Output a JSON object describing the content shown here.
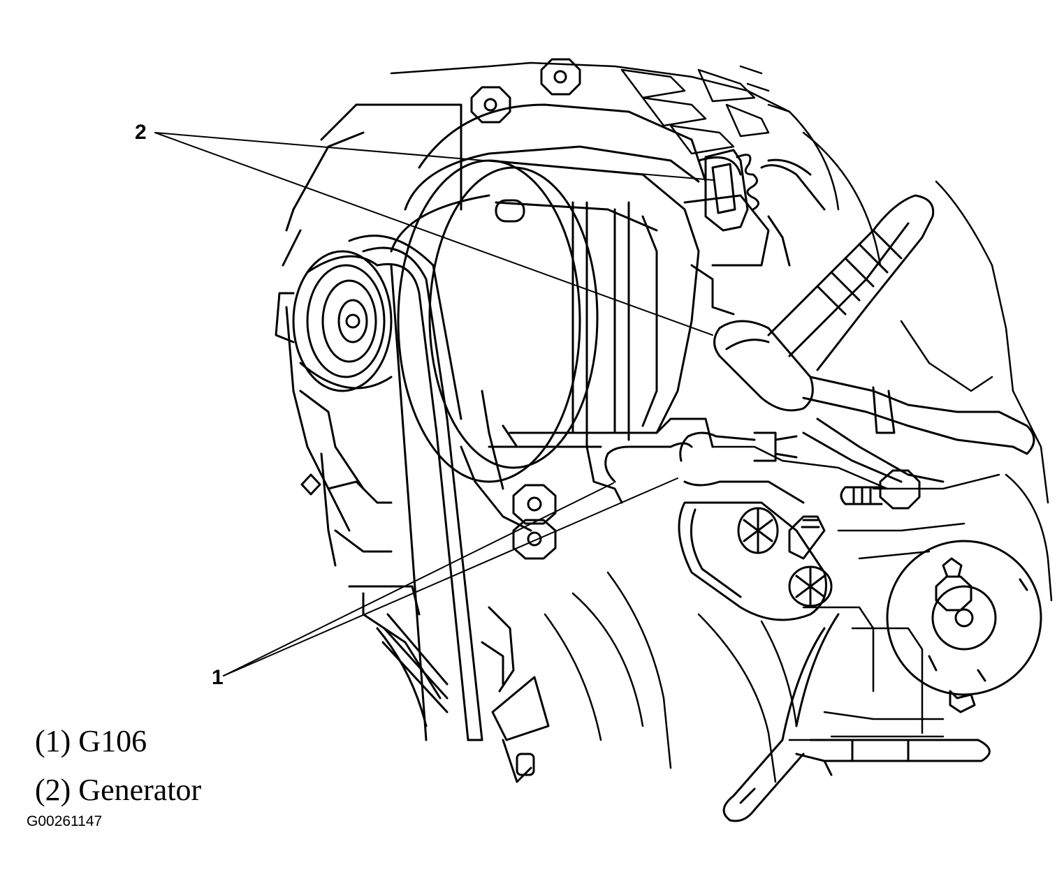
{
  "callouts": {
    "generator_number": "2",
    "g106_number": "1"
  },
  "legend": {
    "item_1": "(1) G106",
    "item_2": "(2) Generator"
  },
  "figure_id": "G00261147",
  "colors": {
    "line": "#000000",
    "background": "#ffffff"
  }
}
